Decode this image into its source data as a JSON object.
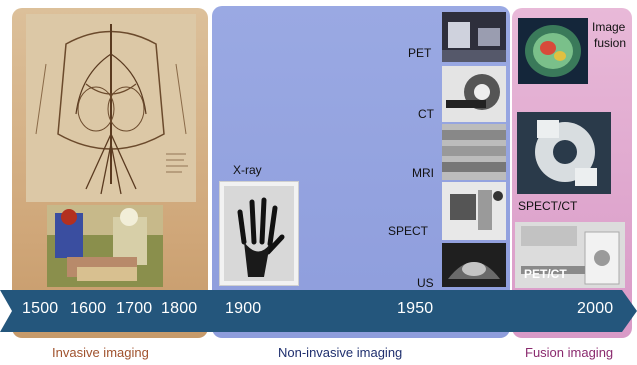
{
  "eras": [
    {
      "label": "Invasive imaging",
      "color": "#a0522d"
    },
    {
      "label": "Non-invasive imaging",
      "color": "#1f2f6e"
    },
    {
      "label": "Fusion imaging",
      "color": "#8a2a6e"
    }
  ],
  "timeline": {
    "years": [
      "1500",
      "1600",
      "1700",
      "1800",
      "1900",
      "1950",
      "2000"
    ],
    "arrow_color": "#24567c"
  },
  "modalities": {
    "xray": "X-ray",
    "pet": "PET",
    "ct": "CT",
    "mri": "MRI",
    "spect": "SPECT",
    "us": "US",
    "image_fusion_line1": "Image",
    "image_fusion_line2": "fusion",
    "spect_ct": "SPECT/CT",
    "pet_ct": "PET/CT"
  },
  "images": [
    "anatomical-drawing",
    "surgery-painting",
    "xray-hand",
    "pet-scanner",
    "ct-scanner",
    "mri-scanner",
    "spect-scanner",
    "ultrasound",
    "fusion-brain",
    "spect-ct-scanner",
    "pet-ct-scanner"
  ]
}
